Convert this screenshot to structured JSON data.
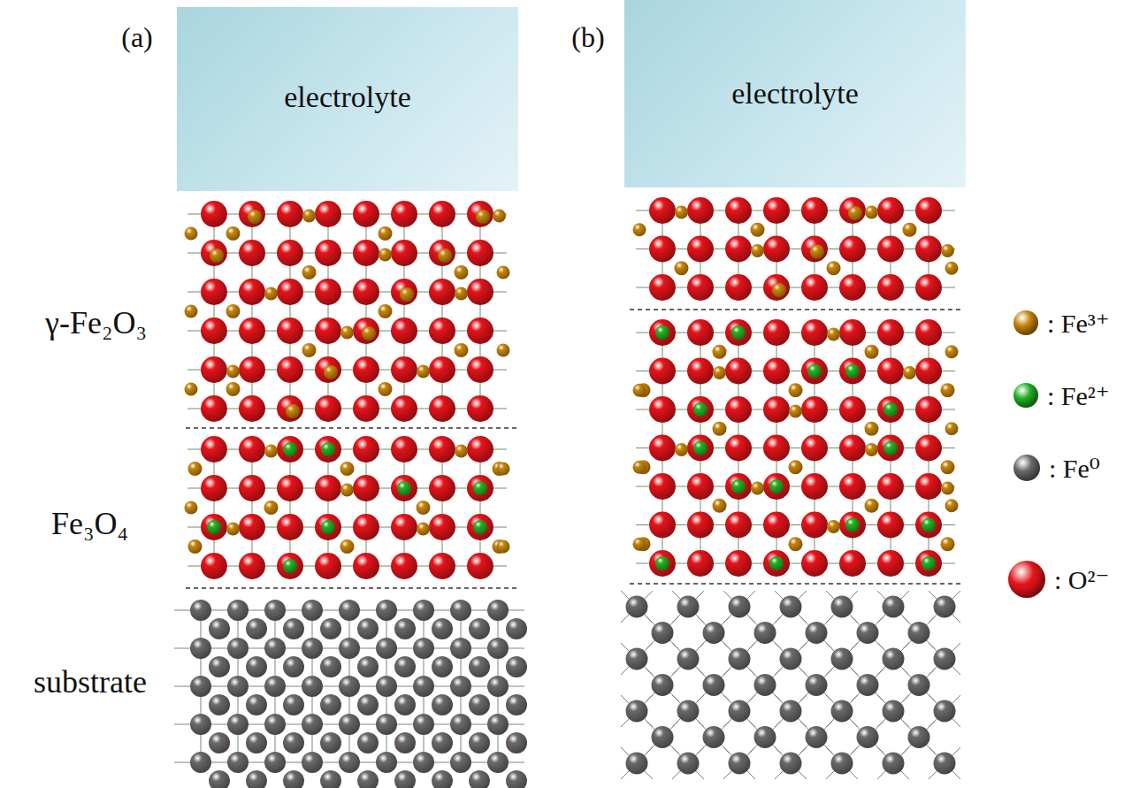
{
  "diagram": {
    "nodes": [
      {
        "text": [
          "electrolyte"
        ]
      },
      {
        "text": [
          "electrolyte"
        ]
      }
    ],
    "labels": [
      "(a)",
      "(b)",
      "γ-Fe₂O₃",
      "Fe₃O₄",
      "substrate"
    ],
    "legend": [
      {
        "text": ": Fe³⁺",
        "color": "#c8860a"
      },
      {
        "text": ": Fe²⁺",
        "color": "#22b422"
      },
      {
        "text": ": Fe⁰",
        "color": "#6a6a6a"
      },
      {
        "text": ": O²⁻",
        "color": "#e4141a"
      }
    ]
  }
}
